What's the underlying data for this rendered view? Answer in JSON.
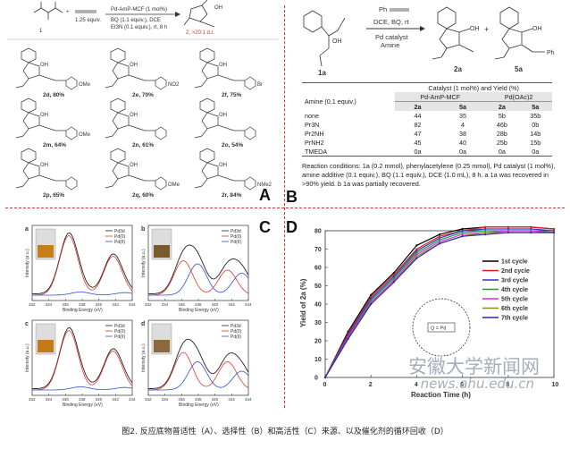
{
  "panel_a": {
    "label": "A",
    "reaction": {
      "reagent1": "Pd-AmP-MCF (1 mol%)",
      "reagent2": "BQ (1.1 equiv.), DCE",
      "reagent3": "Et3N (0.1 equiv.), rt, 8 h",
      "equiv": "1.25 equiv.",
      "sm_number": "1",
      "product": "2, >20:1 d.r."
    },
    "compounds": [
      {
        "id": "2d",
        "yield": "2d, 80%",
        "sub": "OMe"
      },
      {
        "id": "2e",
        "yield": "2e, 70%",
        "sub": "NO2"
      },
      {
        "id": "2f",
        "yield": "2f, 75%",
        "sub": "Br"
      },
      {
        "id": "2m",
        "yield": "2m, 64%",
        "sub": "OMe"
      },
      {
        "id": "2n",
        "yield": "2n, 61%",
        "sub": ""
      },
      {
        "id": "2o",
        "yield": "2o, 54%",
        "sub": ""
      },
      {
        "id": "2p",
        "yield": "2p, 65%",
        "sub": ""
      },
      {
        "id": "2q",
        "yield": "2q, 60%",
        "sub": "OMe"
      },
      {
        "id": "2r",
        "yield": "2r, 84%",
        "sub": "NMe2"
      }
    ]
  },
  "panel_b": {
    "label": "B",
    "reagent_top": "Ph",
    "reagent1": "DCE, BQ, rt",
    "reagent2": "Pd catalyst",
    "reagent3": "Amine",
    "sm": "1a",
    "p1": "2a",
    "p2": "5a",
    "p2_sub": "Ph",
    "table": {
      "header_main": "Catalyst (1 mol%) and Yield (%)",
      "amine_col": "Amine (0.1 equiv.)",
      "cat1": "Pd-AmP-MCF",
      "cat2": "Pd(OAc)2",
      "sub": [
        "2a",
        "5a",
        "2a",
        "5a"
      ],
      "rows": [
        {
          "amine": "none",
          "v": [
            "44",
            "35",
            "5b",
            "35b"
          ]
        },
        {
          "amine": "Pr3N",
          "v": [
            "82",
            "4",
            "46b",
            "0b"
          ]
        },
        {
          "amine": "Pr2NH",
          "v": [
            "47",
            "38",
            "28b",
            "14b"
          ]
        },
        {
          "amine": "PrNH2",
          "v": [
            "45",
            "40",
            "25b",
            "15b"
          ]
        },
        {
          "amine": "TMEDA",
          "v": [
            "0a",
            "0a",
            "0a",
            "0a"
          ]
        }
      ]
    },
    "conditions": "Reaction conditions: 1a (0.2 mmol), phenylacetylene (0.25 mmol), Pd catalyst (1 mol%), amine additive (0.1 equiv.), BQ (1.1 equiv.), DCE (1.0 mL), 8 h. a 1a was recovered in >90% yield. b 1a was partially recovered."
  },
  "panel_c": {
    "label": "C",
    "xlabel": "Binding Energy (eV)",
    "ylabel": "Intensity (a.u.)",
    "legend": [
      "Pd3d",
      "Pd(0)",
      "Pd(II)"
    ],
    "subplots": [
      "a",
      "b",
      "c",
      "d"
    ],
    "xticks": [
      "332",
      "334",
      "336",
      "338",
      "340",
      "342",
      "344"
    ]
  },
  "panel_d": {
    "label": "D",
    "inset_center": "Q = Pd"
  },
  "chart_data": {
    "type": "line",
    "xlabel": "Reaction Time (h)",
    "ylabel": "Yield of 2a (%)",
    "xlim": [
      0,
      10
    ],
    "ylim": [
      0,
      80
    ],
    "xticks": [
      0,
      2,
      4,
      6,
      8,
      10
    ],
    "yticks": [
      0,
      10,
      20,
      30,
      40,
      50,
      60,
      70,
      80
    ],
    "legend_position": "top-right",
    "x": [
      0,
      1,
      2,
      3,
      4,
      5,
      6,
      7,
      8,
      9,
      10
    ],
    "series": [
      {
        "name": "1st cycle",
        "color": "#000000",
        "values": [
          0,
          25,
          45,
          57,
          72,
          78,
          81,
          82,
          82,
          82,
          81
        ]
      },
      {
        "name": "2nd cycle",
        "color": "#e41a1c",
        "values": [
          0,
          24,
          44,
          56,
          70,
          77,
          80,
          82,
          82,
          82,
          81
        ]
      },
      {
        "name": "3rd cycle",
        "color": "#1f3fbf",
        "values": [
          0,
          23,
          43,
          55,
          69,
          76,
          80,
          81,
          81,
          81,
          80
        ]
      },
      {
        "name": "4th cycle",
        "color": "#1a9c3a",
        "values": [
          0,
          22,
          42,
          54,
          68,
          75,
          79,
          80,
          80,
          80,
          79
        ]
      },
      {
        "name": "5th cycle",
        "color": "#d62fd6",
        "values": [
          0,
          22,
          41,
          53,
          67,
          74,
          78,
          79,
          80,
          80,
          79
        ]
      },
      {
        "name": "6th cycle",
        "color": "#8a8a1a",
        "values": [
          0,
          21,
          40,
          52,
          66,
          73,
          77,
          79,
          79,
          79,
          79
        ]
      },
      {
        "name": "7th cycle",
        "color": "#2a2aa0",
        "values": [
          0,
          21,
          40,
          52,
          65,
          73,
          77,
          78,
          79,
          79,
          79
        ]
      }
    ]
  },
  "watermark": {
    "cn": "安徽大学新闻网",
    "url": "news.ahu.edu.cn"
  },
  "caption": "图2. 反应底物普适性（A）、选择性（B）和高活性（C）来源、以及催化剂的循环回收（D）"
}
